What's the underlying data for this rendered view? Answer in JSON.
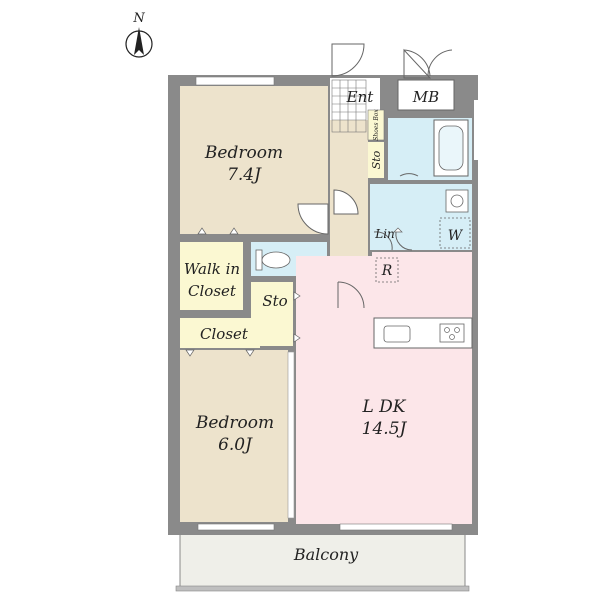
{
  "compass": {
    "label": "N"
  },
  "rooms": {
    "bedroom1": {
      "name": "Bedroom",
      "size": "7.4J"
    },
    "bedroom2": {
      "name": "Bedroom",
      "size": "6.0J"
    },
    "ldk": {
      "name": "L DK",
      "size": "14.5J"
    },
    "walk_in_closet": {
      "line1": "Walk in",
      "line2": "Closet"
    },
    "closet": {
      "name": "Closet"
    },
    "storage_hall": {
      "name": "Sto"
    },
    "storage_entry": {
      "name": "Sto"
    },
    "entrance": {
      "name": "Ent"
    },
    "meter_box": {
      "name": "MB"
    },
    "shoes_box": {
      "name": "Shoes Box"
    },
    "linen": {
      "name": "Lin"
    },
    "washer": {
      "name": "W"
    },
    "refrigerator": {
      "name": "R"
    },
    "balcony": {
      "name": "Balcony"
    }
  },
  "colors": {
    "bedroom": "#ede3cc",
    "ldk": "#fce6e9",
    "closet": "#fbf8d2",
    "wet_area": "#d6eef6",
    "hall": "#ede3cc",
    "balcony": "#efefe9",
    "wall": "#8a8a8a"
  }
}
